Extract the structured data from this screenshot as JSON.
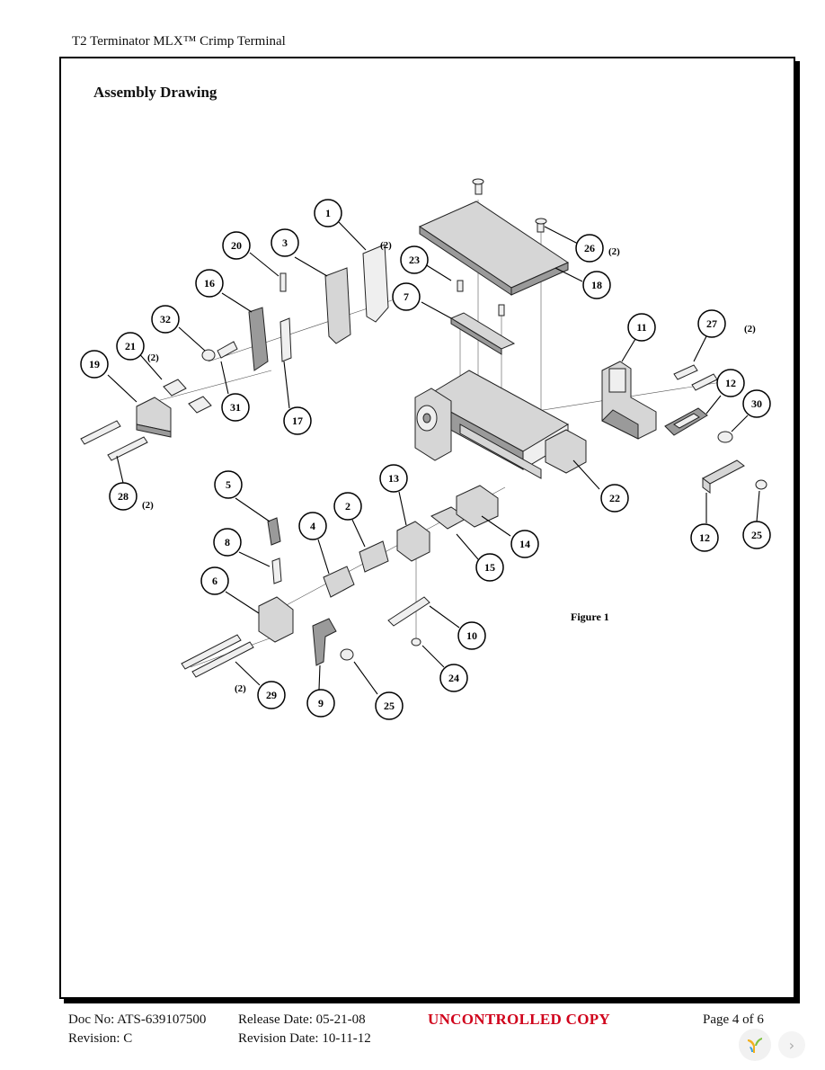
{
  "header": {
    "title": "T2 Terminator MLX™ Crimp Terminal"
  },
  "section": {
    "title": "Assembly Drawing"
  },
  "figure": {
    "label": "Figure 1",
    "callouts": {
      "c1": "1",
      "c2": "2",
      "c3": "3",
      "c4": "4",
      "c5": "5",
      "c6": "6",
      "c7": "7",
      "c8": "8",
      "c9": "9",
      "c10": "10",
      "c11": "11",
      "c12a": "12",
      "c12b": "12",
      "c13": "13",
      "c14": "14",
      "c15": "15",
      "c16": "16",
      "c17": "17",
      "c18": "18",
      "c19": "19",
      "c20": "20",
      "c21": "21",
      "c22": "22",
      "c23": "23",
      "c24": "24",
      "c25a": "25",
      "c25b": "25",
      "c26": "26",
      "c27": "27",
      "c28": "28",
      "c29": "29",
      "c30": "30",
      "c31": "31",
      "c32": "32"
    },
    "qty": {
      "q1": "(2)",
      "q21": "(2)",
      "q26": "(2)",
      "q27": "(2)",
      "q28": "(2)",
      "q29": "(2)"
    }
  },
  "footer": {
    "doc_no": "Doc No: ATS-639107500",
    "revision": "Revision: C",
    "release_date": "Release Date: 05-21-08",
    "revision_date": "Revision Date: 10-11-12",
    "status": "UNCONTROLLED COPY",
    "page": "Page 4 of 6"
  },
  "colors": {
    "status": "#d0021b"
  },
  "viewer": {
    "logo_icon": "viewer-logo-icon",
    "next_icon": "chevron-right-icon",
    "next_glyph": "›"
  }
}
